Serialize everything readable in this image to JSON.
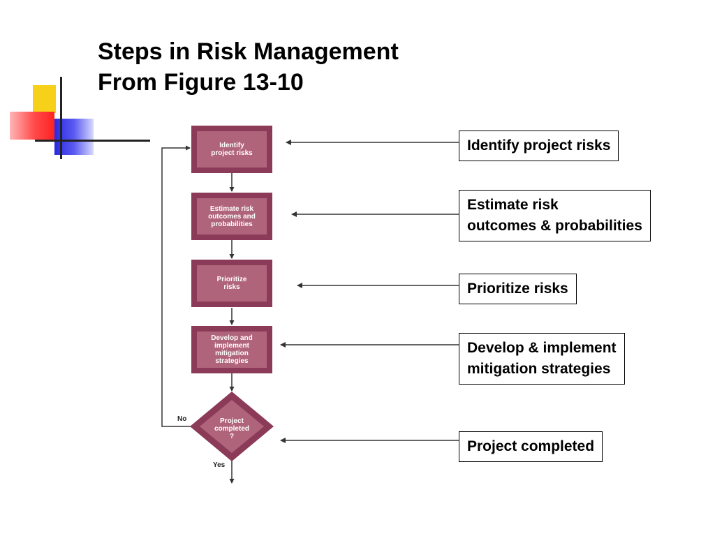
{
  "title": {
    "line1": "Steps in Risk Management",
    "line2": "From Figure 13-10"
  },
  "flowchart": {
    "steps": [
      {
        "line1": "Identify",
        "line2": "project risks"
      },
      {
        "line1": "Estimate risk",
        "line2": "outcomes and",
        "line3": "probabilities"
      },
      {
        "line1": "Prioritize",
        "line2": "risks"
      },
      {
        "line1": "Develop and",
        "line2": "implement",
        "line3": "mitigation",
        "line4": "strategies"
      }
    ],
    "decision": {
      "line1": "Project",
      "line2": "completed",
      "line3": "?"
    },
    "no_label": "No",
    "yes_label": "Yes"
  },
  "labels": [
    {
      "line1": "Identify project risks"
    },
    {
      "line1": "Estimate risk",
      "line2": "outcomes & probabilities"
    },
    {
      "line1": "Prioritize risks"
    },
    {
      "line1": "Develop & implement",
      "line2": "mitigation strategies"
    },
    {
      "line1": "Project completed"
    }
  ],
  "colors": {
    "box_outer": "#8b3a57",
    "box_inner": "#b0647c",
    "connector": "#333333"
  }
}
